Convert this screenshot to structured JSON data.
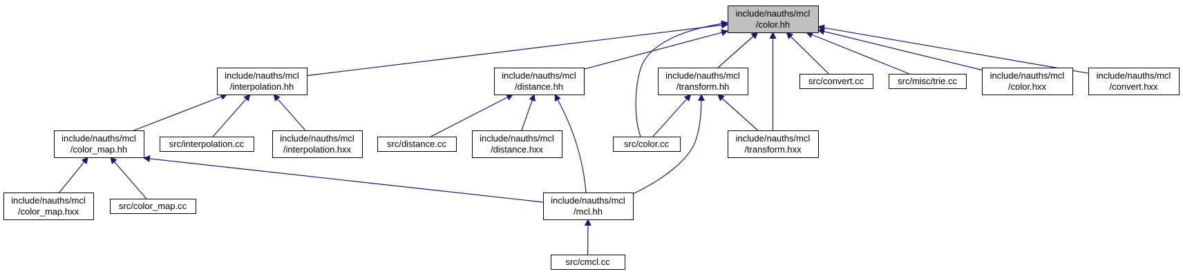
{
  "colors": {
    "edge": "#191970",
    "border": "#000000",
    "root_fill": "#bfbfbf",
    "fill": "#ffffff"
  },
  "nodes": {
    "color_hh": {
      "lines": [
        "include/nauths/mcl",
        "/color.hh"
      ],
      "root": true
    },
    "interpolation_hh": {
      "lines": [
        "include/nauths/mcl",
        "/interpolation.hh"
      ]
    },
    "distance_hh": {
      "lines": [
        "include/nauths/mcl",
        "/distance.hh"
      ]
    },
    "transform_hh": {
      "lines": [
        "include/nauths/mcl",
        "/transform.hh"
      ]
    },
    "convert_cc": {
      "lines": [
        "src/convert.cc"
      ]
    },
    "trie_cc": {
      "lines": [
        "src/misc/trie.cc"
      ]
    },
    "color_hxx": {
      "lines": [
        "include/nauths/mcl",
        "/color.hxx"
      ]
    },
    "convert_hxx": {
      "lines": [
        "include/nauths/mcl",
        "/convert.hxx"
      ]
    },
    "color_map_hh": {
      "lines": [
        "include/nauths/mcl",
        "/color_map.hh"
      ]
    },
    "interpolation_cc": {
      "lines": [
        "src/interpolation.cc"
      ]
    },
    "interpolation_hxx": {
      "lines": [
        "include/nauths/mcl",
        "/interpolation.hxx"
      ]
    },
    "distance_cc": {
      "lines": [
        "src/distance.cc"
      ]
    },
    "distance_hxx": {
      "lines": [
        "include/nauths/mcl",
        "/distance.hxx"
      ]
    },
    "color_cc": {
      "lines": [
        "src/color.cc"
      ]
    },
    "transform_hxx": {
      "lines": [
        "include/nauths/mcl",
        "/transform.hxx"
      ]
    },
    "color_map_hxx": {
      "lines": [
        "include/nauths/mcl",
        "/color_map.hxx"
      ]
    },
    "color_map_cc": {
      "lines": [
        "src/color_map.cc"
      ]
    },
    "mcl_hh": {
      "lines": [
        "include/nauths/mcl",
        "/mcl.hh"
      ]
    },
    "cmcl_cc": {
      "lines": [
        "src/cmcl.cc"
      ]
    }
  },
  "edges": [
    [
      "interpolation_hh",
      "color_hh"
    ],
    [
      "distance_hh",
      "color_hh"
    ],
    [
      "transform_hh",
      "color_hh"
    ],
    [
      "color_cc",
      "color_hh"
    ],
    [
      "transform_hxx",
      "color_hh"
    ],
    [
      "convert_cc",
      "color_hh"
    ],
    [
      "trie_cc",
      "color_hh"
    ],
    [
      "color_hxx",
      "color_hh"
    ],
    [
      "convert_hxx",
      "color_hh"
    ],
    [
      "color_map_hh",
      "interpolation_hh"
    ],
    [
      "interpolation_cc",
      "interpolation_hh"
    ],
    [
      "interpolation_hxx",
      "interpolation_hh"
    ],
    [
      "distance_cc",
      "distance_hh"
    ],
    [
      "distance_hxx",
      "distance_hh"
    ],
    [
      "mcl_hh",
      "distance_hh"
    ],
    [
      "color_cc",
      "transform_hh"
    ],
    [
      "transform_hxx",
      "transform_hh"
    ],
    [
      "mcl_hh",
      "transform_hh"
    ],
    [
      "color_map_hxx",
      "color_map_hh"
    ],
    [
      "color_map_cc",
      "color_map_hh"
    ],
    [
      "mcl_hh",
      "color_map_hh"
    ],
    [
      "cmcl_cc",
      "mcl_hh"
    ]
  ]
}
